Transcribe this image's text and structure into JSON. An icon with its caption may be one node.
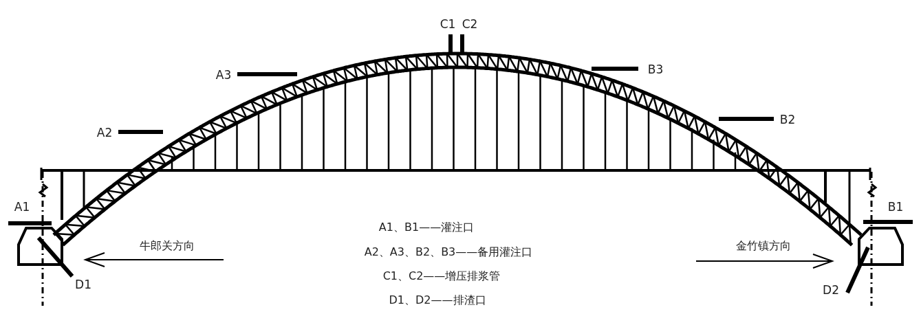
{
  "diagram": {
    "labels": [
      "C1",
      "C2",
      "A3",
      "B3",
      "A2",
      "B2",
      "A1",
      "B1",
      "A1、B1——灌注口",
      "A2、A3、B2、B3——备用灌注口",
      "C1、C2——增压排浆管",
      "D1、D2——排渣口",
      "牛郎关方向",
      "金竹镇方向",
      "D1",
      "D2"
    ]
  }
}
